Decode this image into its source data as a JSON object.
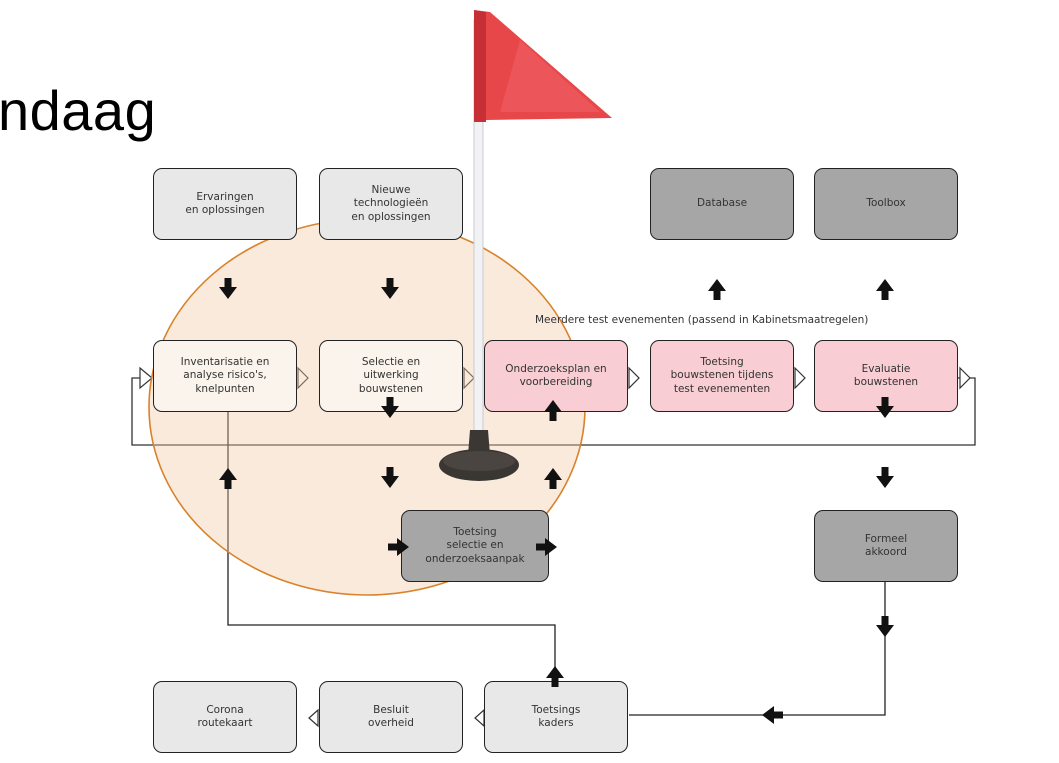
{
  "title": "ndaag",
  "caption": "Meerdere test evenementen (passend in Kabinetsmaatregelen)",
  "boxes": {
    "ervaringen": "Ervaringen\nen oplossingen",
    "nieuwe": "Nieuwe\ntechnologieën\nen oplossingen",
    "database": "Database",
    "toolbox": "Toolbox",
    "inventarisatie": "Inventarisatie en\nanalyse risico's,\nknelpunten",
    "selectie": "Selectie en\nuitwerking\nbouwstenen",
    "onderzoeksplan": "Onderzoeksplan en\nvoorbereiding",
    "toetsing_events": "Toetsing\nbouwstenen tijdens\ntest evenementen",
    "evaluatie": "Evaluatie\nbouwstenen",
    "toetsing_selectie": "Toetsing\nselectie en\nonderzoeksaanpak",
    "formeel": "Formeel\nakkoord",
    "corona": "Corona\nroutekaart",
    "besluit": "Besluit\noverheid",
    "kaders": "Toetsings\nkaders"
  },
  "colors": {
    "light": "#e8e8e8",
    "cream": "#faf4ec",
    "pink": "#f8cdd3",
    "dark": "#a6a6a6",
    "circle": "#d9822b",
    "flag": "#e8474a"
  }
}
